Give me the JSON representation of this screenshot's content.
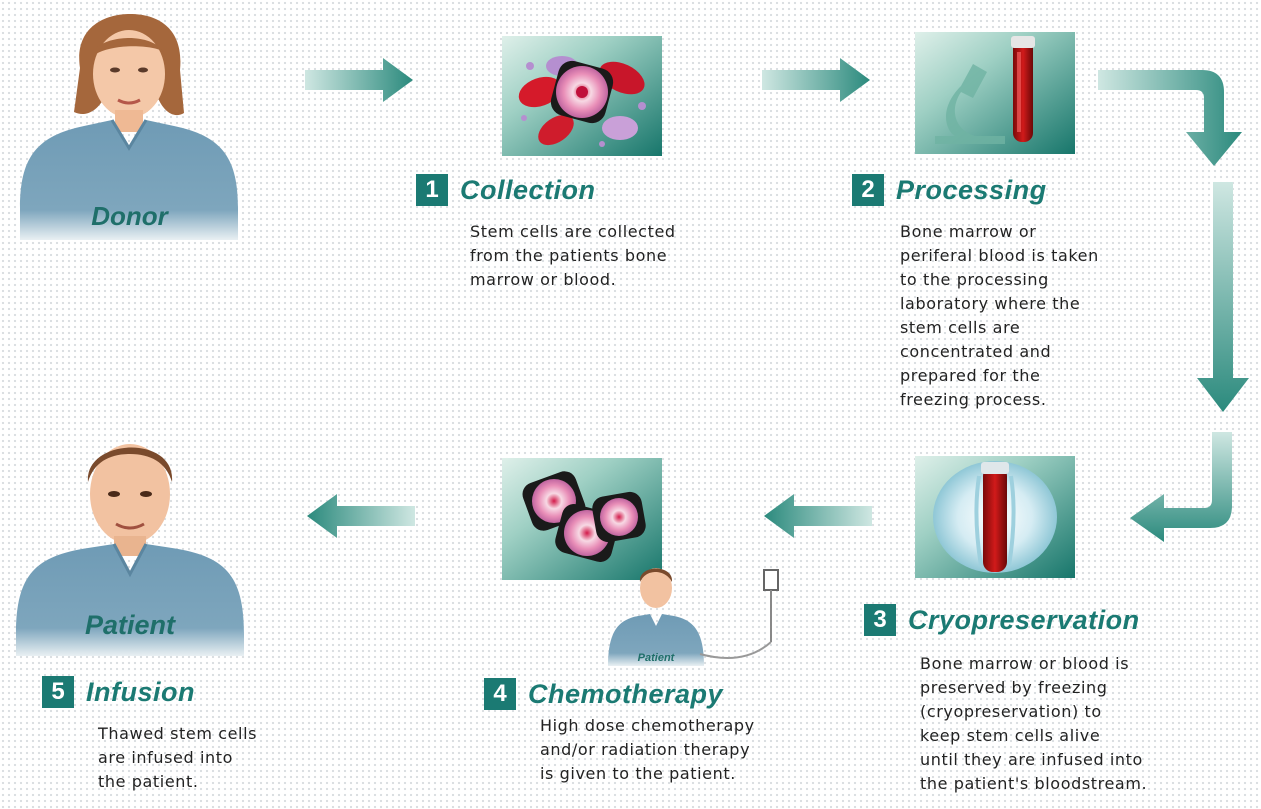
{
  "people": {
    "donor_label": "Donor",
    "patient_label": "Patient",
    "chemo_patient_label": "Patient"
  },
  "steps": [
    {
      "number": "1",
      "title": "Collection",
      "lines": [
        "Stem cells are collected",
        "from the patients bone",
        "marrow or blood."
      ]
    },
    {
      "number": "2",
      "title": "Processing",
      "lines": [
        "Bone marrow or",
        "periferal blood is taken",
        "to the processing",
        "laboratory where the",
        "stem cells are",
        "concentrated and",
        "prepared for the",
        "freezing process."
      ]
    },
    {
      "number": "3",
      "title": "Cryopreservation",
      "lines": [
        "Bone marrow or blood is",
        "preserved by freezing",
        "(cryopreservation) to",
        "keep stem cells alive",
        "until they are infused into",
        "the patient's bloodstream."
      ]
    },
    {
      "number": "4",
      "title": "Chemotherapy",
      "lines": [
        "High dose chemotherapy",
        "and/or radiation therapy",
        "is given to the patient."
      ]
    },
    {
      "number": "5",
      "title": "Infusion",
      "lines": [
        "Thawed stem cells",
        "are infused into",
        "the patient."
      ]
    }
  ],
  "icons": [
    "blood-cells-icon",
    "microscope-test-tube-icon",
    "frozen-vial-icon",
    "stem-cells-icon",
    "iv-bag-icon"
  ],
  "colors": {
    "teal": "#1b7a73",
    "arrow": "#2e8c80",
    "shirt": "#6f9bb5",
    "skin": "#f4c8a8",
    "tile": "#1f7d72"
  }
}
